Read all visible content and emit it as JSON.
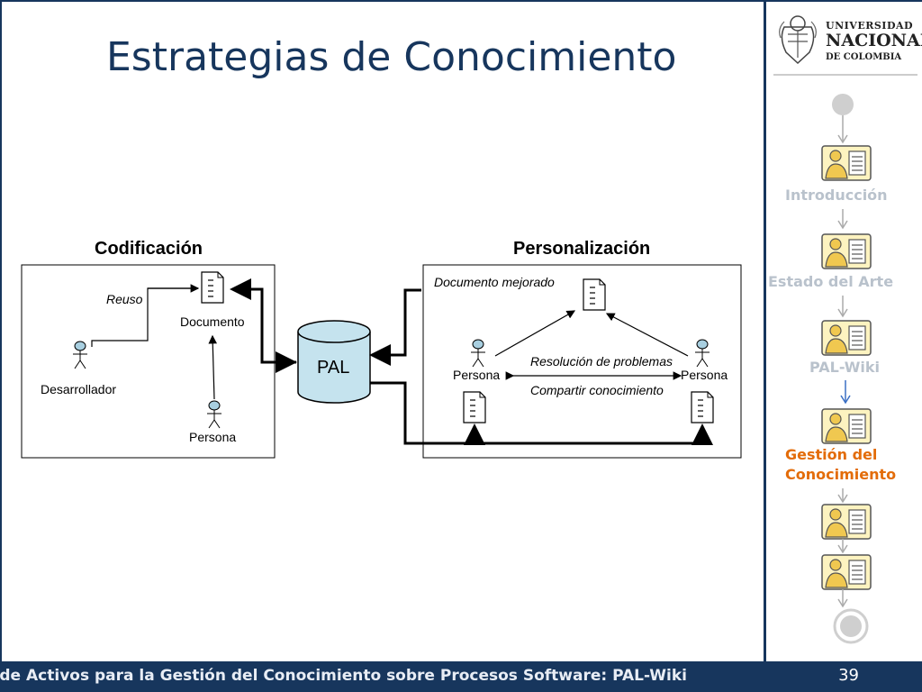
{
  "slide": {
    "title": "Estrategias de Conocimiento",
    "footer_text": "a de Activos para la Gestión del Conocimiento sobre Procesos Software: PAL-Wiki",
    "page_number": "39"
  },
  "logo": {
    "line1": "UNIVERSIDAD",
    "line2": "NACIONAL",
    "line3": "DE COLOMBIA"
  },
  "nav": {
    "items": [
      {
        "label": "Introducción"
      },
      {
        "label": "Estado del Arte"
      },
      {
        "label": "PAL-Wiki"
      },
      {
        "label_line1": "Gestión del",
        "label_line2": "Conocimiento"
      }
    ]
  },
  "diagram": {
    "codificacion": {
      "heading": "Codificación",
      "reuso": "Reuso",
      "documento": "Documento",
      "desarrollador": "Desarrollador",
      "persona": "Persona"
    },
    "pal": "PAL",
    "personalizacion": {
      "heading": "Personalización",
      "documento_mejorado": "Documento mejorado",
      "persona_left": "Persona",
      "persona_right": "Persona",
      "resolucion": "Resolución de problemas",
      "compartir": "Compartir conocimiento"
    }
  },
  "colors": {
    "navy": "#17365d",
    "active_orange": "#e36c09",
    "inactive_gray": "#b9c2cc",
    "cylinder_fill": "#c5e3ee"
  }
}
